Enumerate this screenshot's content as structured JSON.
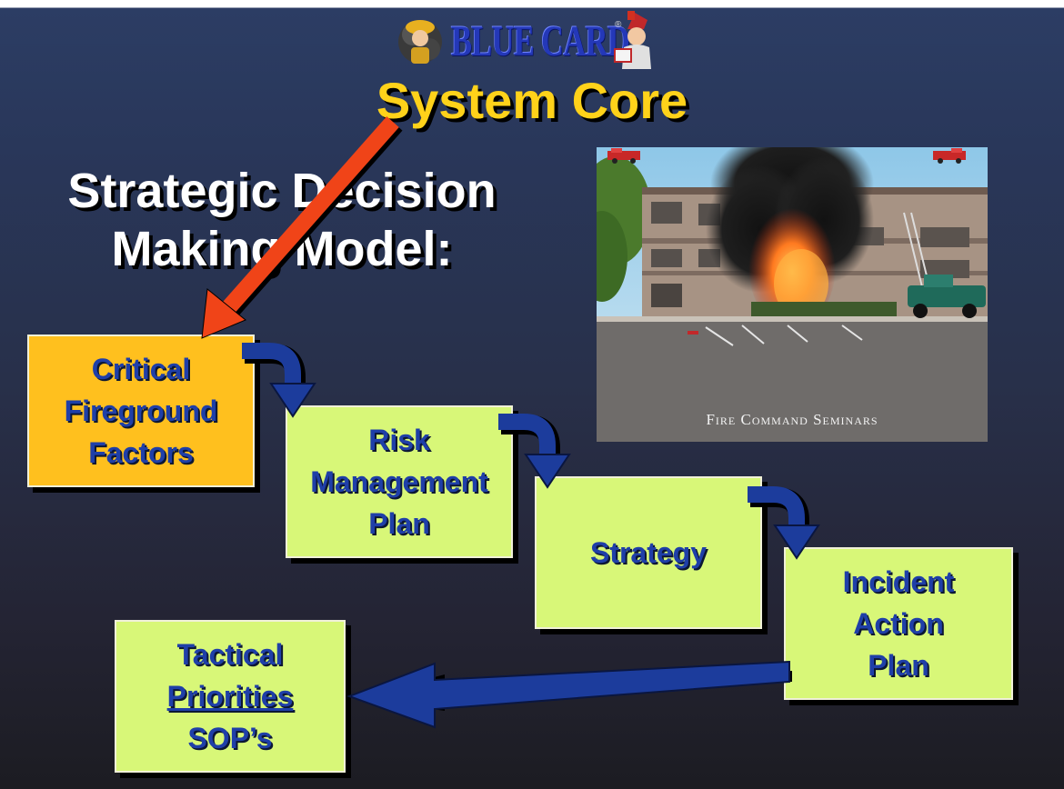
{
  "logo": {
    "text": "BLUE CARD"
  },
  "title": "System Core",
  "subtitle": [
    "Strategic Decision",
    "Making Model:"
  ],
  "photo": {
    "caption": "Fire Command Seminars"
  },
  "boxes": {
    "critical": [
      "Critical",
      "Fireground",
      "Factors"
    ],
    "risk": [
      "Risk",
      "Management",
      "Plan"
    ],
    "strategy": [
      "Strategy"
    ],
    "incident": [
      "Incident",
      "Action",
      "Plan"
    ],
    "tactical": [
      "Tactical",
      "Priorities",
      "SOP’s"
    ]
  },
  "colors": {
    "title": "#ffd21a",
    "box_text": "#1f3fa8",
    "box_green": "#d8f778",
    "box_orange": "#ffc01e",
    "pointer_arrow": "#f04418",
    "flow_arrow": "#1c3c9c"
  }
}
